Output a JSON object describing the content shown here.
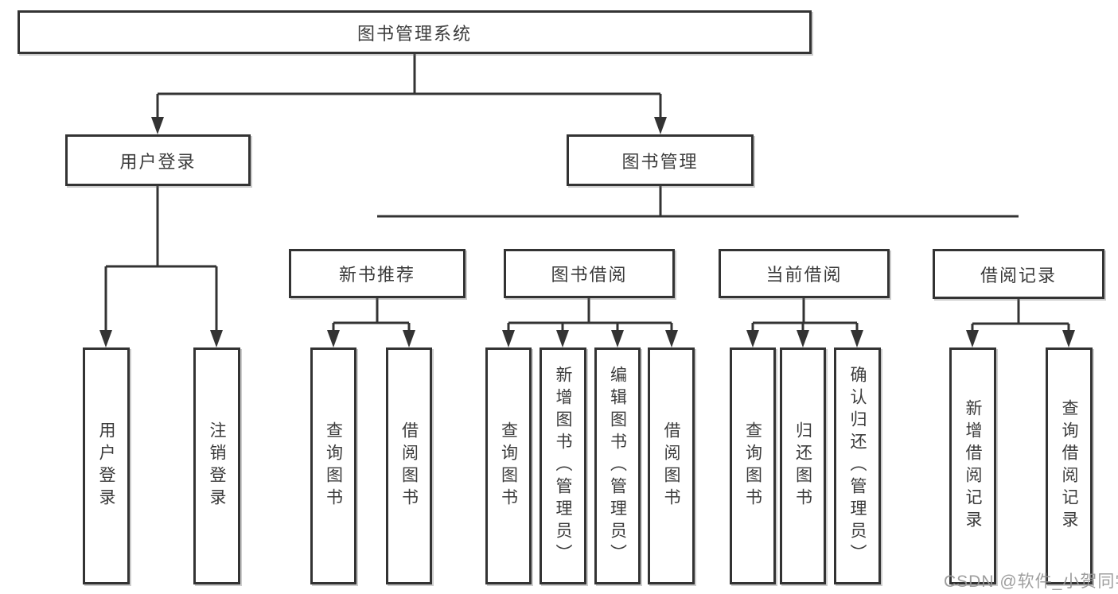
{
  "colors": {
    "line": "#333333",
    "box_background": "#ffffff",
    "text": "#3b3b3b",
    "watermark": "#969696"
  },
  "tree": {
    "root": "图书管理系统",
    "branches": [
      {
        "label": "用户登录",
        "children": [
          "用户登录",
          "注销登录"
        ]
      },
      {
        "label": "图书管理",
        "groups": [
          {
            "label": "新书推荐",
            "children": [
              "查询图书",
              "借阅图书"
            ]
          },
          {
            "label": "图书借阅",
            "children": [
              "查询图书",
              "新增图书（管理员）",
              "编辑图书（管理员）",
              "借阅图书"
            ]
          },
          {
            "label": "当前借阅",
            "children": [
              "查询图书",
              "归还图书",
              "确认归还（管理员）"
            ]
          },
          {
            "label": "借阅记录",
            "children": [
              "新增借阅记录",
              "查询借阅记录"
            ]
          }
        ]
      }
    ]
  },
  "watermark": "CSDN @软件_小贺同学"
}
